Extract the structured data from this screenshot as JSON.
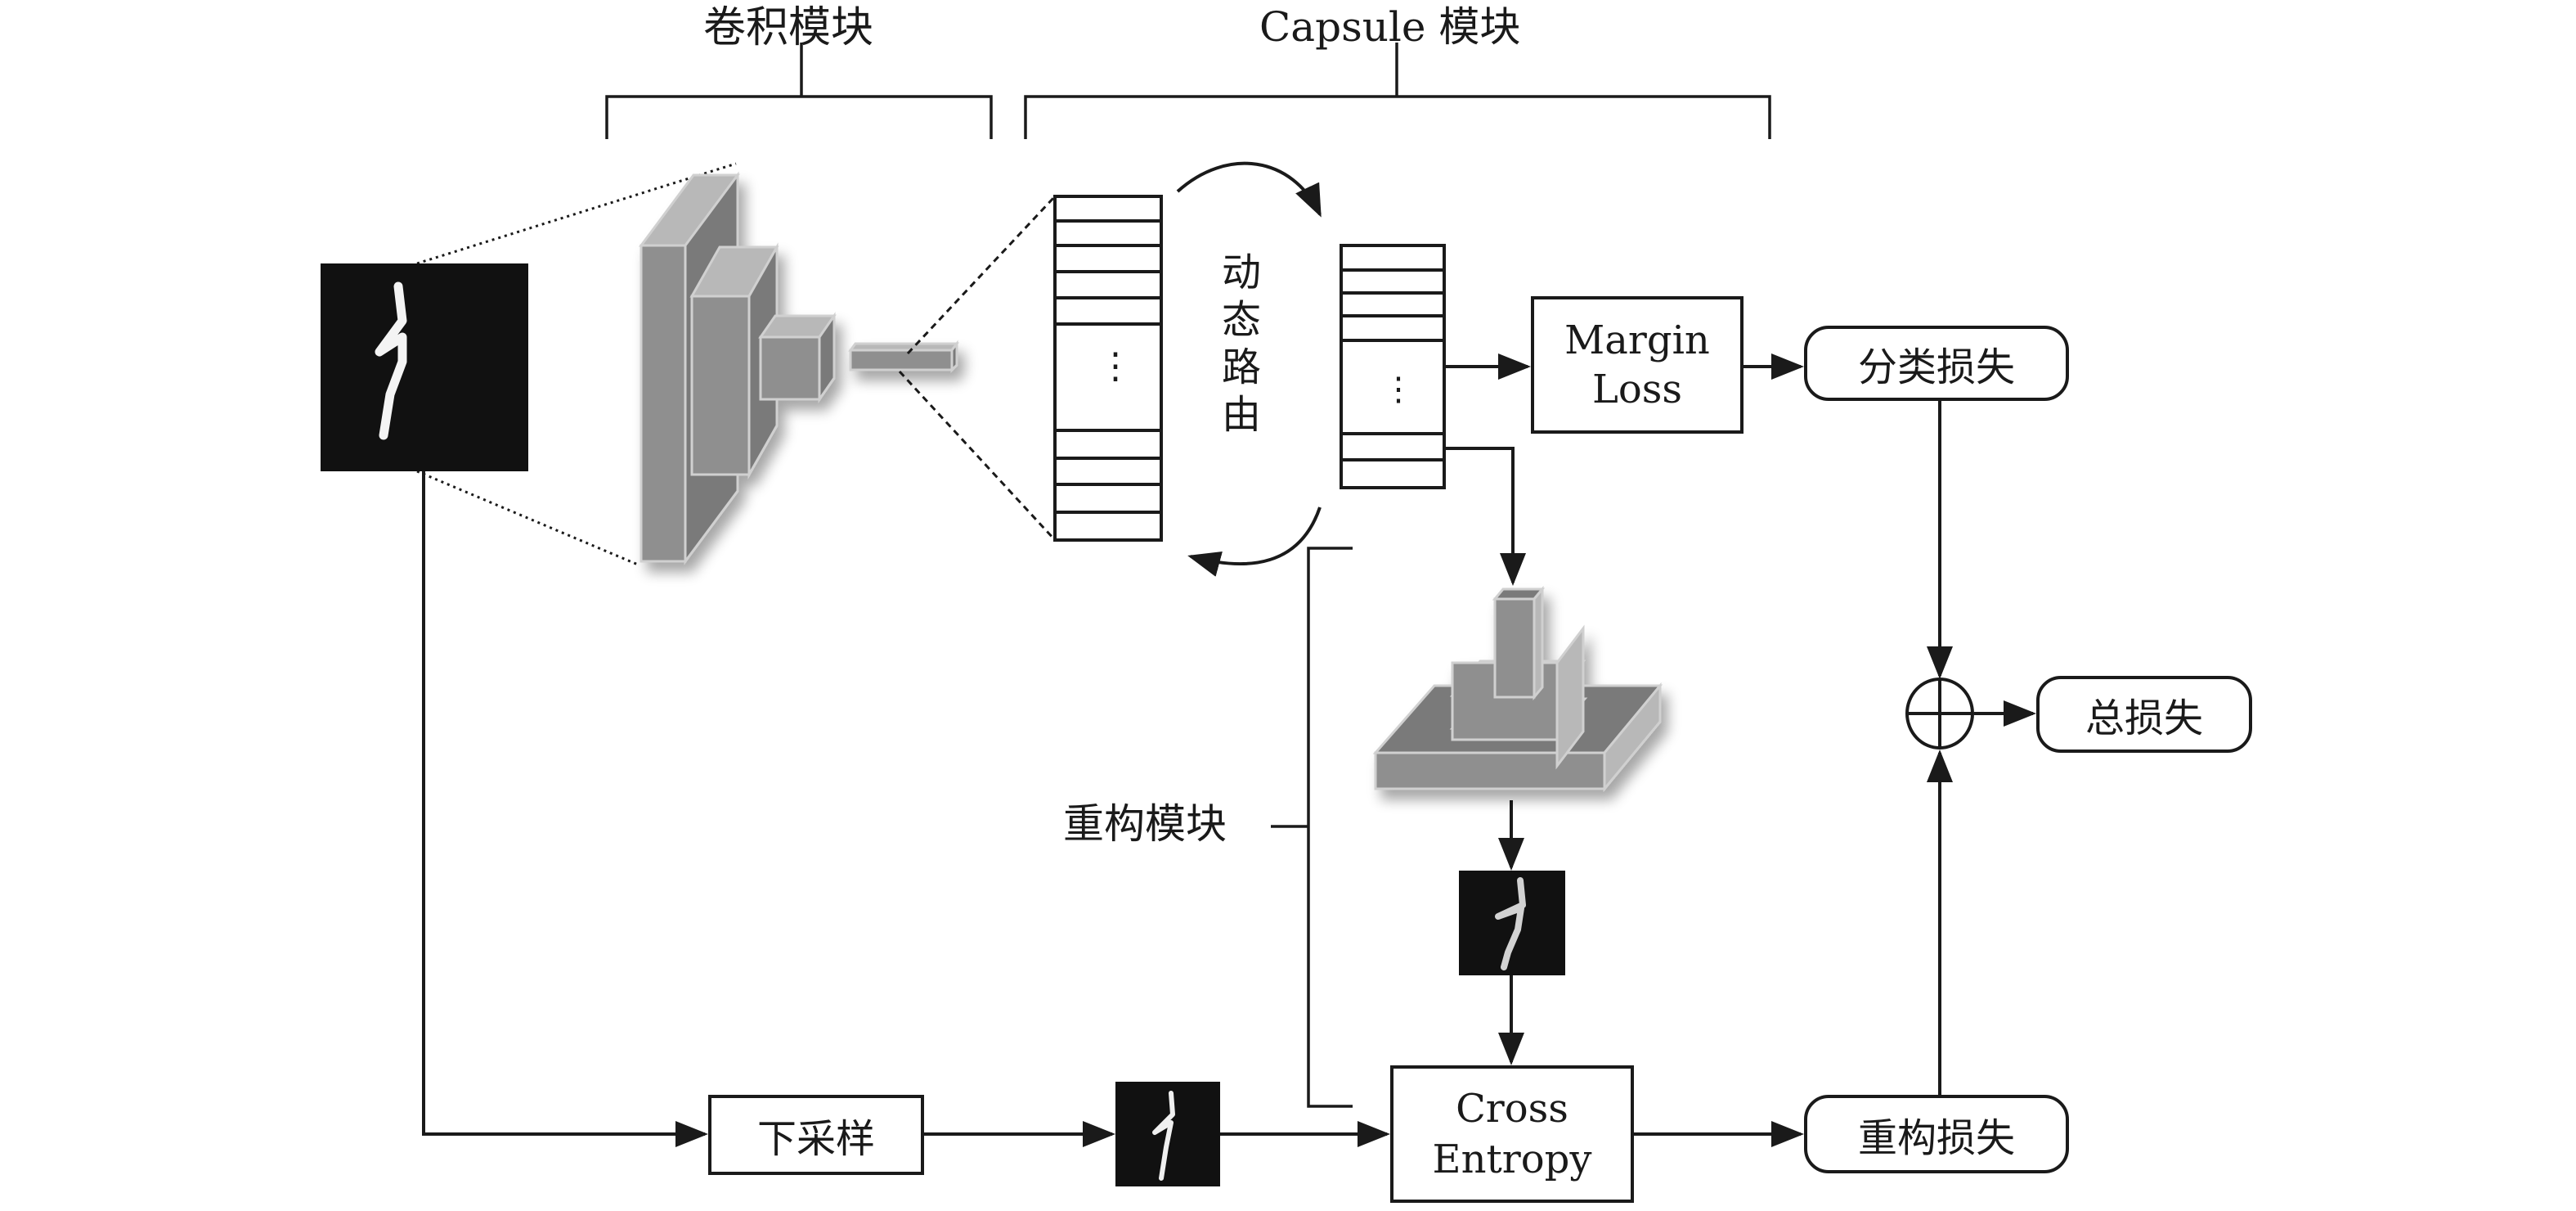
{
  "modules": {
    "conv_module": "卷积模块",
    "capsule_module": "Capsule 模块",
    "recon_module": "重构模块"
  },
  "nodes": {
    "input_image": "input-digit-image",
    "dynamic_routing": [
      "动",
      "态",
      "路",
      "由"
    ],
    "ellipsis": "⋮",
    "margin_loss": [
      "Margin",
      "Loss"
    ],
    "classification_loss": "分类损失",
    "total_loss": "总损失",
    "downsample": "下采样",
    "cross_entropy": [
      "Cross",
      "Entropy"
    ],
    "reconstruction_loss": "重构损失",
    "sum_symbol": "⊕"
  },
  "colors": {
    "line": "#1a1a1a",
    "block_front": "#8f8f8f",
    "block_side": "#b8b8b8",
    "block_top": "#7a7a7a",
    "block_edge": "#d0d0d0",
    "image_bg": "#111111"
  }
}
